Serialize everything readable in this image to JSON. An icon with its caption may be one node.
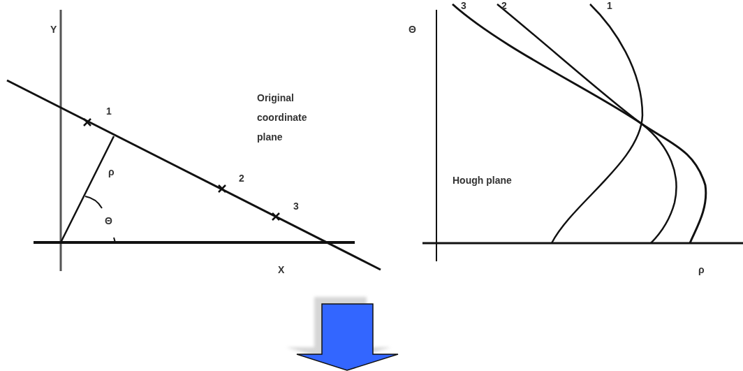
{
  "diagram": {
    "labels": [
      "Y",
      "1",
      "Original coordinate plane",
      "ρ",
      "2",
      "3",
      "Θ",
      "X",
      "3",
      "2",
      "1",
      "Θ",
      "Hough plane",
      "ρ"
    ]
  }
}
